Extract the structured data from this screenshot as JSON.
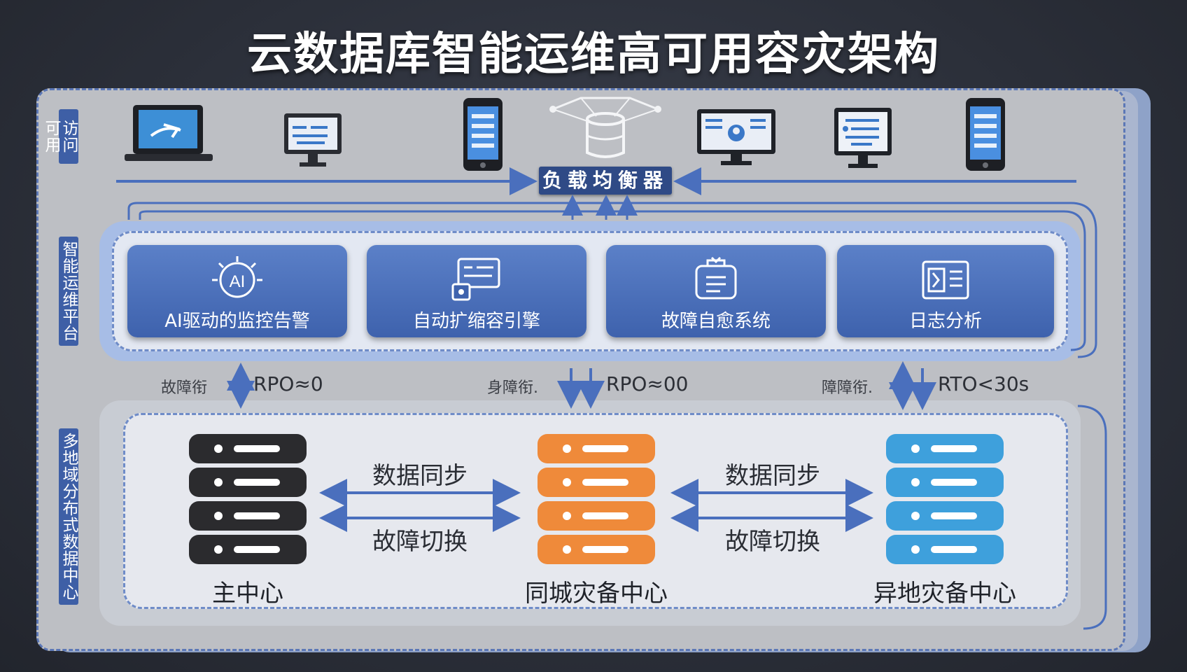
{
  "title": "云数据库智能运维高可用容灾架构",
  "layers": {
    "access": "访问可用",
    "ops": "智能运维平台",
    "data": "多地域分布式数据中心"
  },
  "devices": [
    "laptop-icon",
    "monitor-icon",
    "phone-icon",
    "database-hub-icon",
    "monitor-user-icon",
    "monitor-list-icon",
    "phone-icon"
  ],
  "load_balancer": "负载均衡器",
  "ops_cards": [
    {
      "label": "AI驱动的监控告警",
      "icon": "ai-brain-icon"
    },
    {
      "label": "自动扩缩容引擎",
      "icon": "scaling-dashboard-icon"
    },
    {
      "label": "故障自愈系统",
      "icon": "self-heal-icon"
    },
    {
      "label": "日志分析",
      "icon": "log-analysis-icon"
    }
  ],
  "metrics": [
    {
      "prefix": "故障衔",
      "value": "RPO≈0"
    },
    {
      "prefix": "身障衔.",
      "value": "RPO≈00"
    },
    {
      "prefix": "障障衔.",
      "value": "RTO<30s"
    }
  ],
  "data_centers": [
    {
      "label": "主中心",
      "color": "#2b2b2e"
    },
    {
      "label": "同城灾备中心",
      "color": "#ef8a3a"
    },
    {
      "label": "异地灾备中心",
      "color": "#3ea0dc"
    }
  ],
  "links": [
    {
      "sync": "数据同步",
      "failover": "故障切换"
    },
    {
      "sync": "数据同步",
      "failover": "故障切换"
    }
  ],
  "colors": {
    "accent": "#3e62ad",
    "arrow": "#4a6fbd"
  }
}
